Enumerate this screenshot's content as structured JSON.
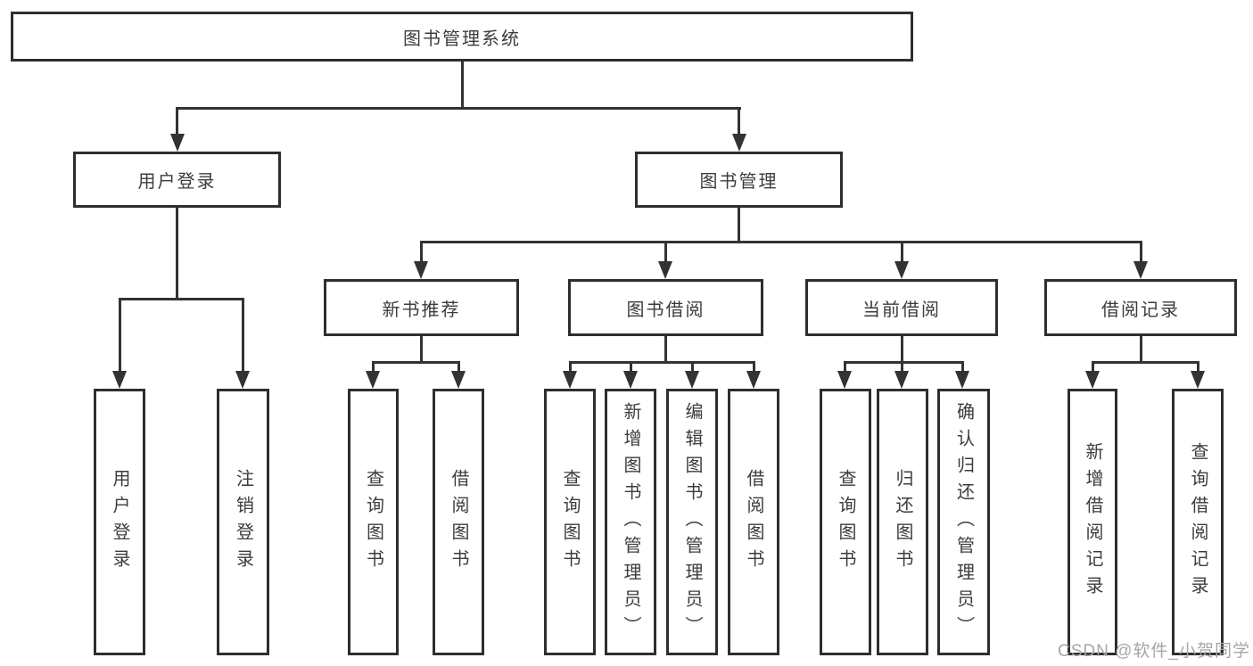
{
  "tree": {
    "label": "图书管理系统",
    "children": [
      {
        "label": "用户登录",
        "children": [
          {
            "label": "用户登录"
          },
          {
            "label": "注销登录"
          }
        ]
      },
      {
        "label": "图书管理",
        "children": [
          {
            "label": "新书推荐",
            "children": [
              {
                "label": "查询图书"
              },
              {
                "label": "借阅图书"
              }
            ]
          },
          {
            "label": "图书借阅",
            "children": [
              {
                "label": "查询图书"
              },
              {
                "label": "新增图书（管理员）"
              },
              {
                "label": "编辑图书（管理员）"
              },
              {
                "label": "借阅图书"
              }
            ]
          },
          {
            "label": "当前借阅",
            "children": [
              {
                "label": "查询图书"
              },
              {
                "label": "归还图书"
              },
              {
                "label": "确认归还（管理员）"
              }
            ]
          },
          {
            "label": "借阅记录",
            "children": [
              {
                "label": "新增借阅记录"
              },
              {
                "label": "查询借阅记录"
              }
            ]
          }
        ]
      }
    ]
  },
  "watermark": {
    "text": "CSDN @软件_小贺同学"
  },
  "colors": {
    "background": "#ffffff",
    "line": "#333333",
    "box_border": "#2e2e2e",
    "text": "#3c3c3c",
    "watermark": "#a6a6a6"
  }
}
